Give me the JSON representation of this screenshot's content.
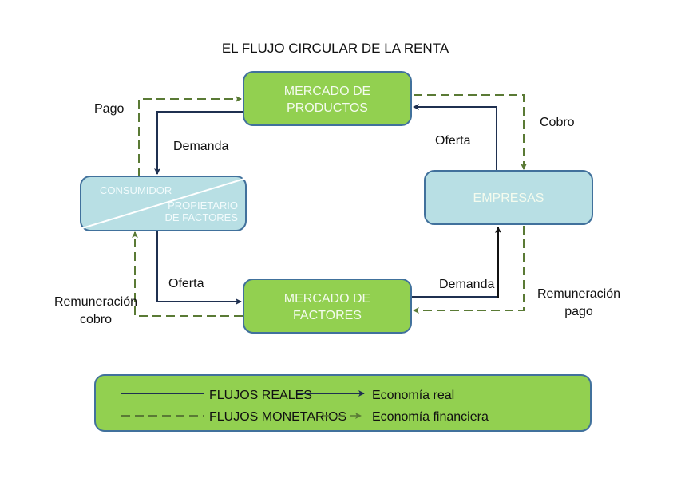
{
  "title": "EL FLUJO CIRCULAR DE LA RENTA",
  "colors": {
    "green_fill": "#92d050",
    "blue_fill": "#b8dfe4",
    "box_border": "#41719c",
    "real_flow": "#1f3050",
    "monetary_flow": "#5a7a35"
  },
  "nodes": {
    "mercado_productos": {
      "line1": "MERCADO DE",
      "line2": "PRODUCTOS"
    },
    "mercado_factores": {
      "line1": "MERCADO DE",
      "line2": "FACTORES"
    },
    "consumidor": {
      "top": "CONSUMIDOR",
      "bottom_line1": "PROPIETARIO",
      "bottom_line2": "DE FACTORES"
    },
    "empresas": {
      "label": "EMPRESAS"
    }
  },
  "flow_labels": {
    "pago": "Pago",
    "demanda_top": "Demanda",
    "cobro": "Cobro",
    "oferta_top": "Oferta",
    "oferta_bottom": "Oferta",
    "demanda_bottom": "Demanda",
    "remuneracion_cobro_line1": "Remuneración",
    "remuneracion_cobro_line2": "cobro",
    "remuneracion_pago_line1": "Remuneración",
    "remuneracion_pago_line2": "pago"
  },
  "legend": {
    "real_label": "FLUJOS REALES",
    "real_desc": "Economía real",
    "monetary_label": "FLUJOS MONETARIOS",
    "monetary_desc": "Economía financiera"
  }
}
